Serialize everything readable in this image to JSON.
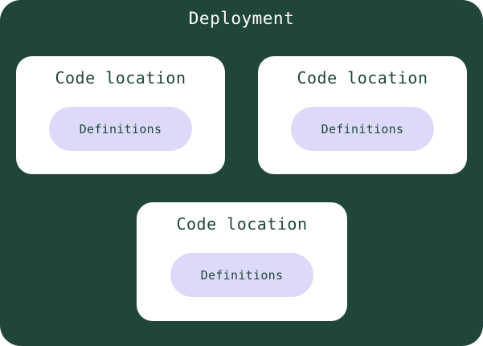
{
  "diagram": {
    "title": "Deployment",
    "code_locations": [
      {
        "title": "Code location",
        "pill_label": "Definitions"
      },
      {
        "title": "Code location",
        "pill_label": "Definitions"
      },
      {
        "title": "Code location",
        "pill_label": "Definitions"
      }
    ],
    "colors": {
      "background": "#20463C",
      "card": "#FFFFFF",
      "pill": "#DDDAF9",
      "title_text": "#FFFFFF",
      "card_text": "#20463C"
    }
  }
}
